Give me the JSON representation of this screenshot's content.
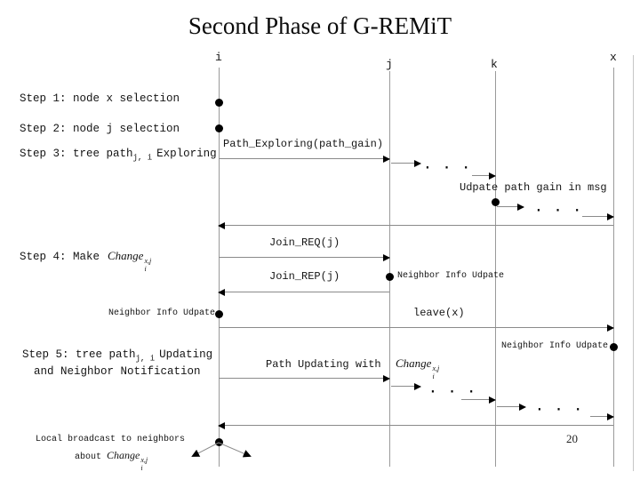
{
  "title": "Second Phase of G-REMiT",
  "page_number": "20",
  "lifelines": {
    "i": "i",
    "j": "j",
    "k": "k",
    "x": "x"
  },
  "steps": {
    "step1": "Step 1: node x selection",
    "step2": "Step 2: node j selection",
    "step3_pre": "Step 3: tree path",
    "step3_sub": "j, i",
    "step3_post": "Exploring",
    "step4_pre": "Step 4: Make",
    "step5_pre": "Step 5: tree path",
    "step5_sub": "j, i",
    "step5_post": "Updating",
    "step5_line2": "and Neighbor Notification",
    "broadcast_line1": "Local broadcast to neighbors",
    "broadcast_pre": "about"
  },
  "math": {
    "change_base": "Change",
    "change_sup": "x,j",
    "change_sub": "i"
  },
  "messages": {
    "path_exploring": "Path_Exploring(path_gain)",
    "update_path_gain": "Udpate path gain in msg",
    "join_req": "Join_REQ(j)",
    "join_rep": "Join_REP(j)",
    "neighbor_info_update": "Neighbor Info Udpate",
    "leave": "leave(x)",
    "path_updating_pre": "Path Updating with"
  },
  "ellipsis": "· · ·"
}
